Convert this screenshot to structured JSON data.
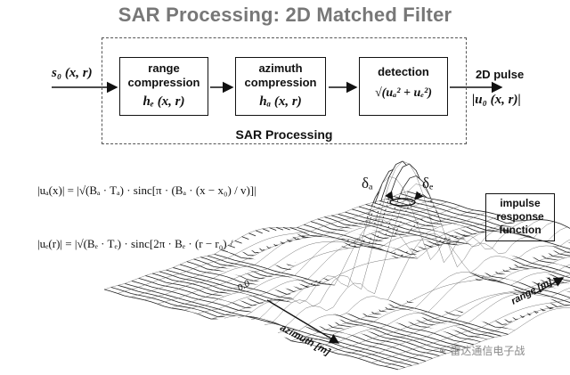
{
  "title": "SAR Processing: 2D Matched Filter",
  "input_signal": "s₀ (x, r)",
  "blocks": [
    {
      "line1": "range",
      "line2": "compression",
      "fn": "hₑ (x, r)"
    },
    {
      "line1": "azimuth",
      "line2": "compression",
      "fn": "hₐ (x, r)"
    },
    {
      "line1": "detection",
      "line2": "",
      "fn": "√(uₐ² + uₑ²)"
    }
  ],
  "output": {
    "title": "2D pulse",
    "fn": "|u₀ (x, r)|"
  },
  "group_label": "SAR Processing",
  "equations": [
    "|uₐ(x)| = |√(Bₐ · Tₐ) · sinc[π · (Bₐ · (x − x₀) / v)]|",
    "|uₑ(r)| = |√(Bₑ · Tₑ) · sinc[2π · Bₑ · (r − r₀) / c₀]| ."
  ],
  "resolution_labels": {
    "azimuth": "δₐ",
    "range": "δₑ"
  },
  "impulse_box": [
    "impulse",
    "response",
    "function"
  ],
  "axes": {
    "azimuth": "azimuth [m]",
    "range": "range [m]",
    "origin": "0.0"
  },
  "watermark": "雷达通信电子战"
}
